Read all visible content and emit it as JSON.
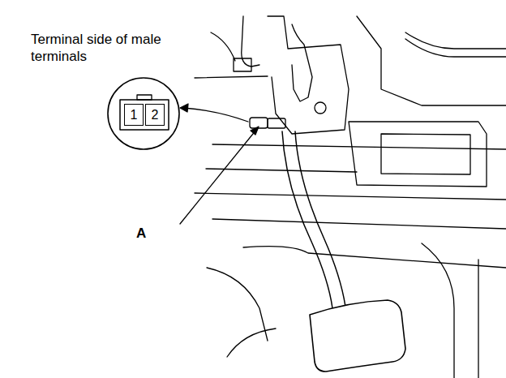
{
  "diagram": {
    "nodes": [
      {
        "text": [
          "1"
        ]
      },
      {
        "text": [
          "2"
        ]
      }
    ],
    "labels": [
      "Terminal side of male terminals",
      "A"
    ]
  }
}
